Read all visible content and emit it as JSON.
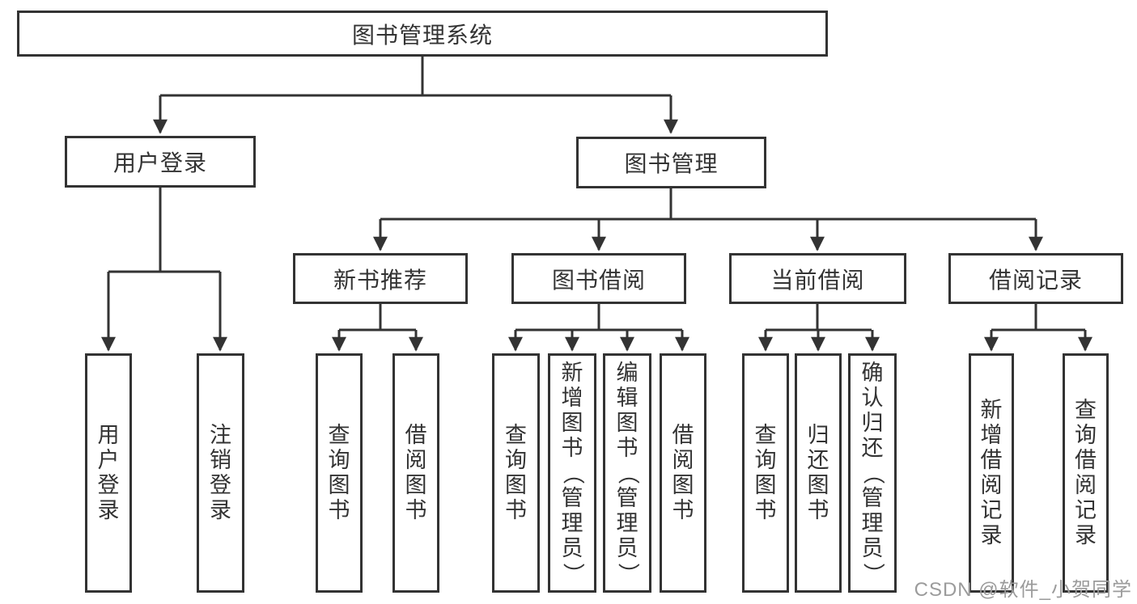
{
  "page": {
    "background": "#ffffff",
    "line_color": "#333333",
    "text_color": "#333333"
  },
  "watermark": {
    "text": "CSDN @软件_小贺同学",
    "color": "#9b9b9b"
  },
  "diagram": {
    "root": {
      "label": "图书管理系统"
    },
    "branches": [
      {
        "label": "用户登录",
        "children": [
          {
            "label": "用户登录"
          },
          {
            "label": "注销登录"
          }
        ]
      },
      {
        "label": "图书管理",
        "children": [
          {
            "label": "新书推荐",
            "children": [
              {
                "label": "查询图书"
              },
              {
                "label": "借阅图书"
              }
            ]
          },
          {
            "label": "图书借阅",
            "children": [
              {
                "label": "查询图书"
              },
              {
                "label": "新增图书（管理员）"
              },
              {
                "label": "编辑图书（管理员）"
              },
              {
                "label": "借阅图书"
              }
            ]
          },
          {
            "label": "当前借阅",
            "children": [
              {
                "label": "查询图书"
              },
              {
                "label": "归还图书"
              },
              {
                "label": "确认归还（管理员）"
              }
            ]
          },
          {
            "label": "借阅记录",
            "children": [
              {
                "label": "新增借阅记录"
              },
              {
                "label": "查询借阅记录"
              }
            ]
          }
        ]
      }
    ]
  }
}
